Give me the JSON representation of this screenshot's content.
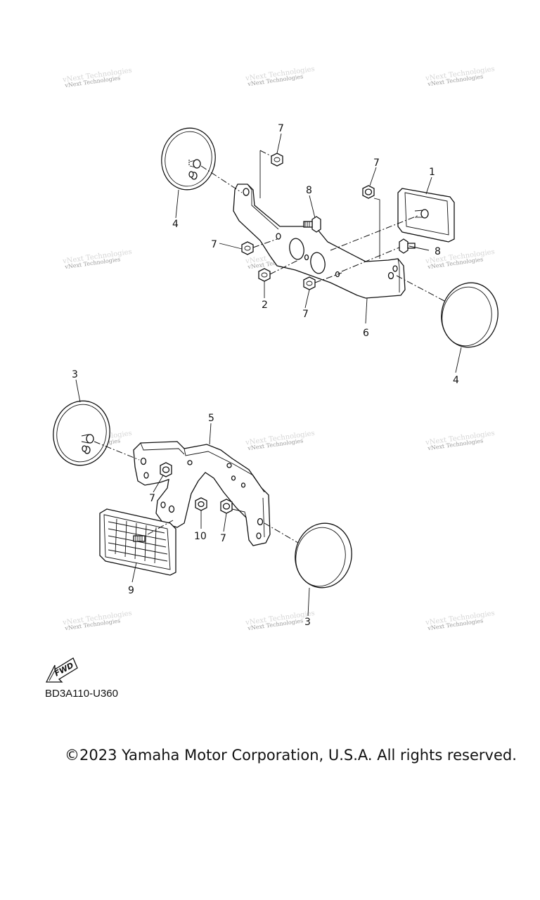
{
  "diagram": {
    "code": "BD3A110-U360",
    "copyright": "©2023 Yamaha Motor Corporation, U.S.A. All rights reserved.",
    "fwd_label": "FWD",
    "watermark": "vNext Technologies",
    "callouts": {
      "c1": "1",
      "c2": "2",
      "c3a": "3",
      "c3b": "3",
      "c4a": "4",
      "c4b": "4",
      "c5": "5",
      "c6": "6",
      "c7a": "7",
      "c7b": "7",
      "c7c": "7",
      "c7d": "7",
      "c7e": "7",
      "c7f": "7",
      "c8a": "8",
      "c8b": "8",
      "c9": "9",
      "c10": "10"
    }
  }
}
